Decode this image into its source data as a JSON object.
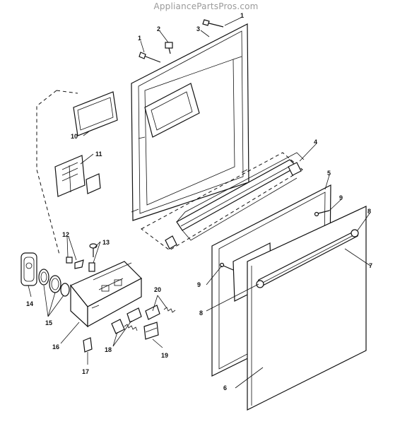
{
  "watermark": "AppliancePartsPros.com",
  "callouts": {
    "c1a": "1",
    "c1b": "1",
    "c2": "2",
    "c3": "3",
    "c4": "4",
    "c5": "5",
    "c6": "6",
    "c7": "7",
    "c8a": "8",
    "c8b": "8",
    "c9a": "9",
    "c9b": "9",
    "c10": "10",
    "c11": "11",
    "c12": "12",
    "c13": "13",
    "c14": "14",
    "c15": "15",
    "c16": "16",
    "c17": "17",
    "c18": "18",
    "c19": "19",
    "c20": "20"
  }
}
